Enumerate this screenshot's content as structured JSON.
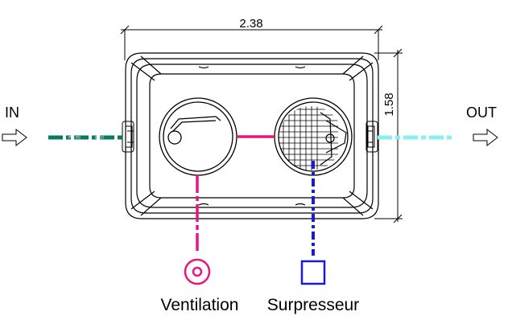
{
  "dimensions": {
    "width": "2.38",
    "height": "1.58"
  },
  "flow": {
    "in_label": "IN",
    "out_label": "OUT"
  },
  "pipes": {
    "inlet_text_1": "PVC-EG",
    "inlet_text_2": "Ø110"
  },
  "connections": {
    "ventilation_label": "Ventilation",
    "surpresseur_label": "Surpresseur"
  },
  "colors": {
    "inlet": "#0b7a5a",
    "outlet": "#88f0f0",
    "ventilation": "#e8157f",
    "surpresseur": "#1a1adc",
    "outline": "#000000"
  }
}
